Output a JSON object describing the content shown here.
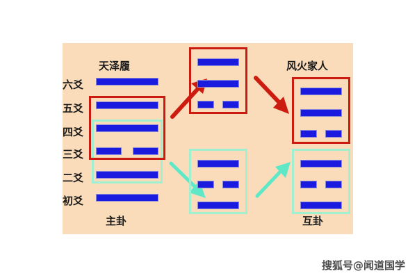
{
  "diagram": {
    "background_color": "#fadcba",
    "page_background": "#ffffff",
    "line_color": "#1b1be0",
    "red_color": "#cc1c10",
    "green_color": "#5fe8c8",
    "green_box_color": "#9ff0d0"
  },
  "yao_labels": [
    {
      "id": "yao-6",
      "label": "六爻"
    },
    {
      "id": "yao-5",
      "label": "五爻"
    },
    {
      "id": "yao-4",
      "label": "四爻"
    },
    {
      "id": "yao-3",
      "label": "三爻"
    },
    {
      "id": "yao-2",
      "label": "二爻"
    },
    {
      "id": "yao-1",
      "label": "初爻"
    }
  ],
  "main_hexagram": {
    "title": "天泽履",
    "caption": "主卦",
    "lines_top_to_bottom": [
      "solid",
      "solid",
      "solid",
      "broken",
      "solid",
      "solid"
    ]
  },
  "upper_nuclear_trigram": {
    "lines_top_to_bottom": [
      "solid",
      "solid",
      "broken"
    ]
  },
  "lower_nuclear_trigram": {
    "lines_top_to_bottom": [
      "solid",
      "broken",
      "solid"
    ]
  },
  "result_hexagram": {
    "title": "风火家人",
    "caption": "互卦",
    "upper_lines_top_to_bottom": [
      "solid",
      "solid",
      "broken"
    ],
    "lower_lines_top_to_bottom": [
      "solid",
      "broken",
      "solid"
    ]
  },
  "arrows": [
    {
      "id": "arrow-red-up",
      "color": "#cc1c10",
      "direction": "up-right"
    },
    {
      "id": "arrow-red-down",
      "color": "#cc1c10",
      "direction": "down-right"
    },
    {
      "id": "arrow-green-down",
      "color": "#5fe8c8",
      "direction": "down-right"
    },
    {
      "id": "arrow-green-up",
      "color": "#5fe8c8",
      "direction": "up-right"
    }
  ],
  "watermark": {
    "text": "搜狐号@闻道国学"
  }
}
